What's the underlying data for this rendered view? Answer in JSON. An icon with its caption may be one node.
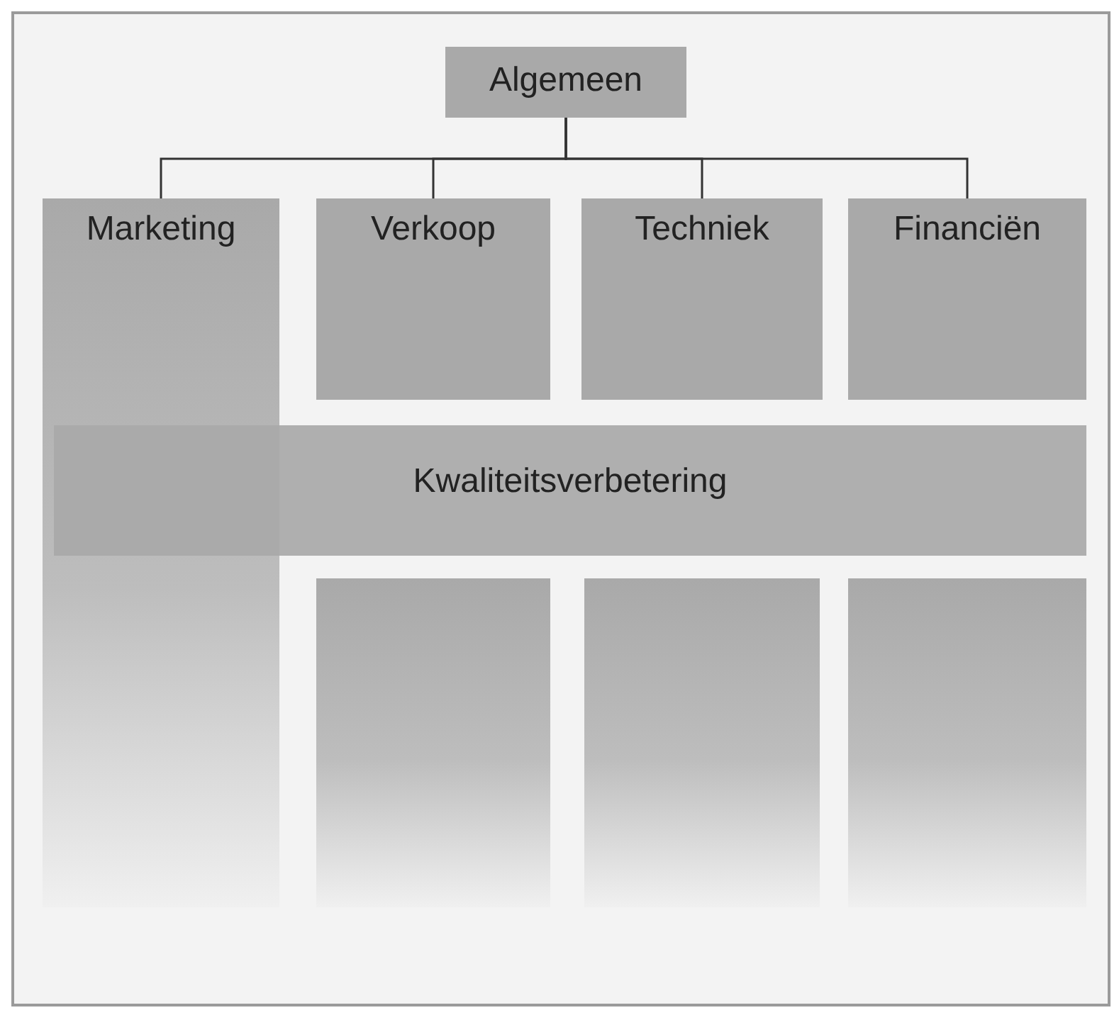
{
  "diagram": {
    "nodes": [
      {
        "text": [
          "Algemeen"
        ]
      },
      {
        "text": [
          "Marketing"
        ]
      },
      {
        "text": [
          "Verkoop"
        ]
      },
      {
        "text": [
          "Techniek"
        ]
      },
      {
        "text": [
          "Financiën"
        ]
      },
      {
        "text": [
          "Kwaliteitsverbetering"
        ]
      },
      {
        "text": [],
        "shape": "box"
      },
      {
        "text": [],
        "shape": "box"
      },
      {
        "text": [],
        "shape": "box"
      }
    ],
    "edges": [
      {
        "from": 0,
        "to": 1,
        "arrow": "none"
      },
      {
        "from": 0,
        "to": 2,
        "arrow": "none"
      },
      {
        "from": 0,
        "to": 3,
        "arrow": "none"
      },
      {
        "from": 0,
        "to": 4,
        "arrow": "none"
      }
    ]
  }
}
